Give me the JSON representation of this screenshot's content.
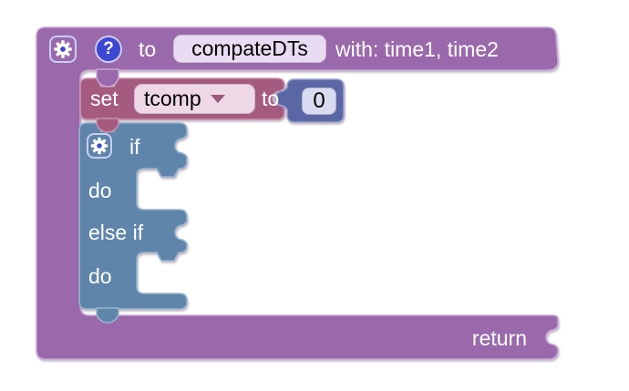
{
  "workspace": {
    "background": "#ffffff"
  },
  "blocks": {
    "procedure": {
      "to_label": "to",
      "name": "compateDTs",
      "params_label": "with: time1, time2",
      "return_label": "return",
      "fill": "#9a69ab",
      "border": "#c7a5d4"
    },
    "set_variable": {
      "set_label": "set",
      "variable": "tcomp",
      "to_label": "to",
      "fill": "#a55b80",
      "border": "#c992ad"
    },
    "number": {
      "value": "0",
      "fill": "#5b67a5",
      "border": "#9aa3d0",
      "field_bg": "#d9dcf0"
    },
    "if": {
      "if_label": "if",
      "do_label": "do",
      "else_if_label": "else if",
      "do2_label": "do",
      "fill": "#5f85aa",
      "border": "#97b4cd"
    }
  },
  "icons": {
    "mutator_gear": "gear-icon",
    "help": "?",
    "icon_bg": "#3d47d1",
    "icon_border": "#c9cdf2"
  },
  "fields": {
    "name_bg": "#e9dcf2",
    "dropdown_bg": "#eed8e6",
    "dropdown_arrow_color": "#9b5878"
  }
}
